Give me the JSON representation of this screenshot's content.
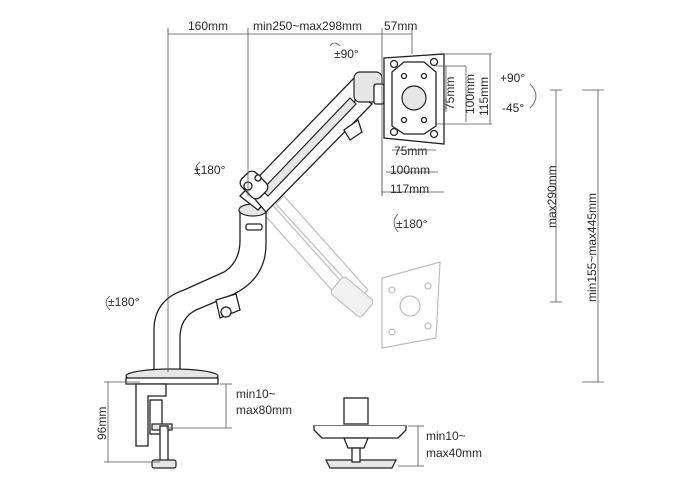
{
  "dimensions": {
    "arm_offset": "160mm",
    "arm_reach": "min250~max298mm",
    "vesa_depth": "57mm",
    "vesa_h1": "75mm",
    "vesa_h2": "100mm",
    "vesa_h3": "117mm",
    "vesa_v1": "75mm",
    "vesa_v2": "100mm",
    "vesa_v3": "115mm",
    "max_height": "max290mm",
    "height_range": "min155~max445mm",
    "clamp_height": "96mm",
    "clamp_range_line1": "min10~",
    "clamp_range_line2": "max80mm",
    "grommet_range_line1": "min10~",
    "grommet_range_line2": "max40mm"
  },
  "rotations": {
    "tilt": "±90°",
    "pivot_up": "+90°",
    "pivot_down": "-45°",
    "elbow": "±180°",
    "base": "±180°",
    "vesa_rotation": "±180°"
  }
}
